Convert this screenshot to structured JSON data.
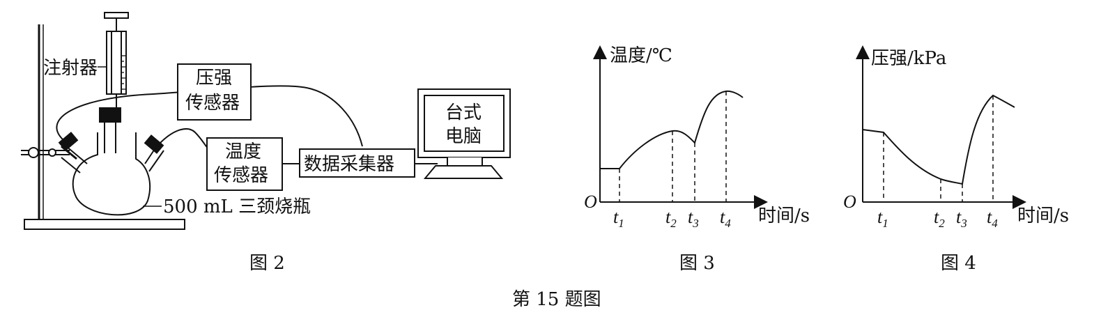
{
  "figure2": {
    "syringe_label": "注射器",
    "pressure_sensor": [
      "压强",
      "传感器"
    ],
    "temperature_sensor": [
      "温度",
      "传感器"
    ],
    "data_collector": "数据采集器",
    "computer": [
      "台式",
      "电脑"
    ],
    "flask_label": "500 mL 三颈烧瓶",
    "caption": "图 2"
  },
  "figure3": {
    "ylabel": "温度/℃",
    "xlabel": "时间/s",
    "origin": "O",
    "ticks": [
      {
        "t": "t",
        "sub": "1"
      },
      {
        "t": "t",
        "sub": "2"
      },
      {
        "t": "t",
        "sub": "3"
      },
      {
        "t": "t",
        "sub": "4"
      }
    ],
    "caption": "图 3"
  },
  "figure4": {
    "ylabel": "压强/kPa",
    "xlabel": "时间/s",
    "origin": "O",
    "ticks": [
      {
        "t": "t",
        "sub": "1"
      },
      {
        "t": "t",
        "sub": "2"
      },
      {
        "t": "t",
        "sub": "3"
      },
      {
        "t": "t",
        "sub": "4"
      }
    ],
    "caption": "图 4"
  },
  "overall_caption": "第 15 题图",
  "colors": {
    "ink": "#111111",
    "screen_fill": "#ffffff"
  },
  "chart_data": [
    {
      "type": "line",
      "ylabel": "温度/℃",
      "xlabel": "时间/s",
      "x_ticks": [
        "t1",
        "t2",
        "t3",
        "t4"
      ],
      "series": [
        {
          "x": [
            0,
            0.28,
            0.6,
            0.72,
            0.9,
            1.0,
            1.12
          ],
          "y": [
            0.28,
            0.28,
            0.58,
            0.48,
            0.91,
            0.85,
            0.8
          ]
        }
      ],
      "grid": false
    },
    {
      "type": "line",
      "ylabel": "压强/kPa",
      "xlabel": "时间/s",
      "x_ticks": [
        "t1",
        "t2",
        "t3",
        "t4"
      ],
      "series": [
        {
          "x": [
            0,
            0.28,
            0.6,
            0.72,
            0.92,
            1.05,
            1.16
          ],
          "y": [
            0.59,
            0.57,
            0.19,
            0.15,
            0.89,
            0.82,
            0.74
          ]
        }
      ],
      "grid": false
    }
  ]
}
